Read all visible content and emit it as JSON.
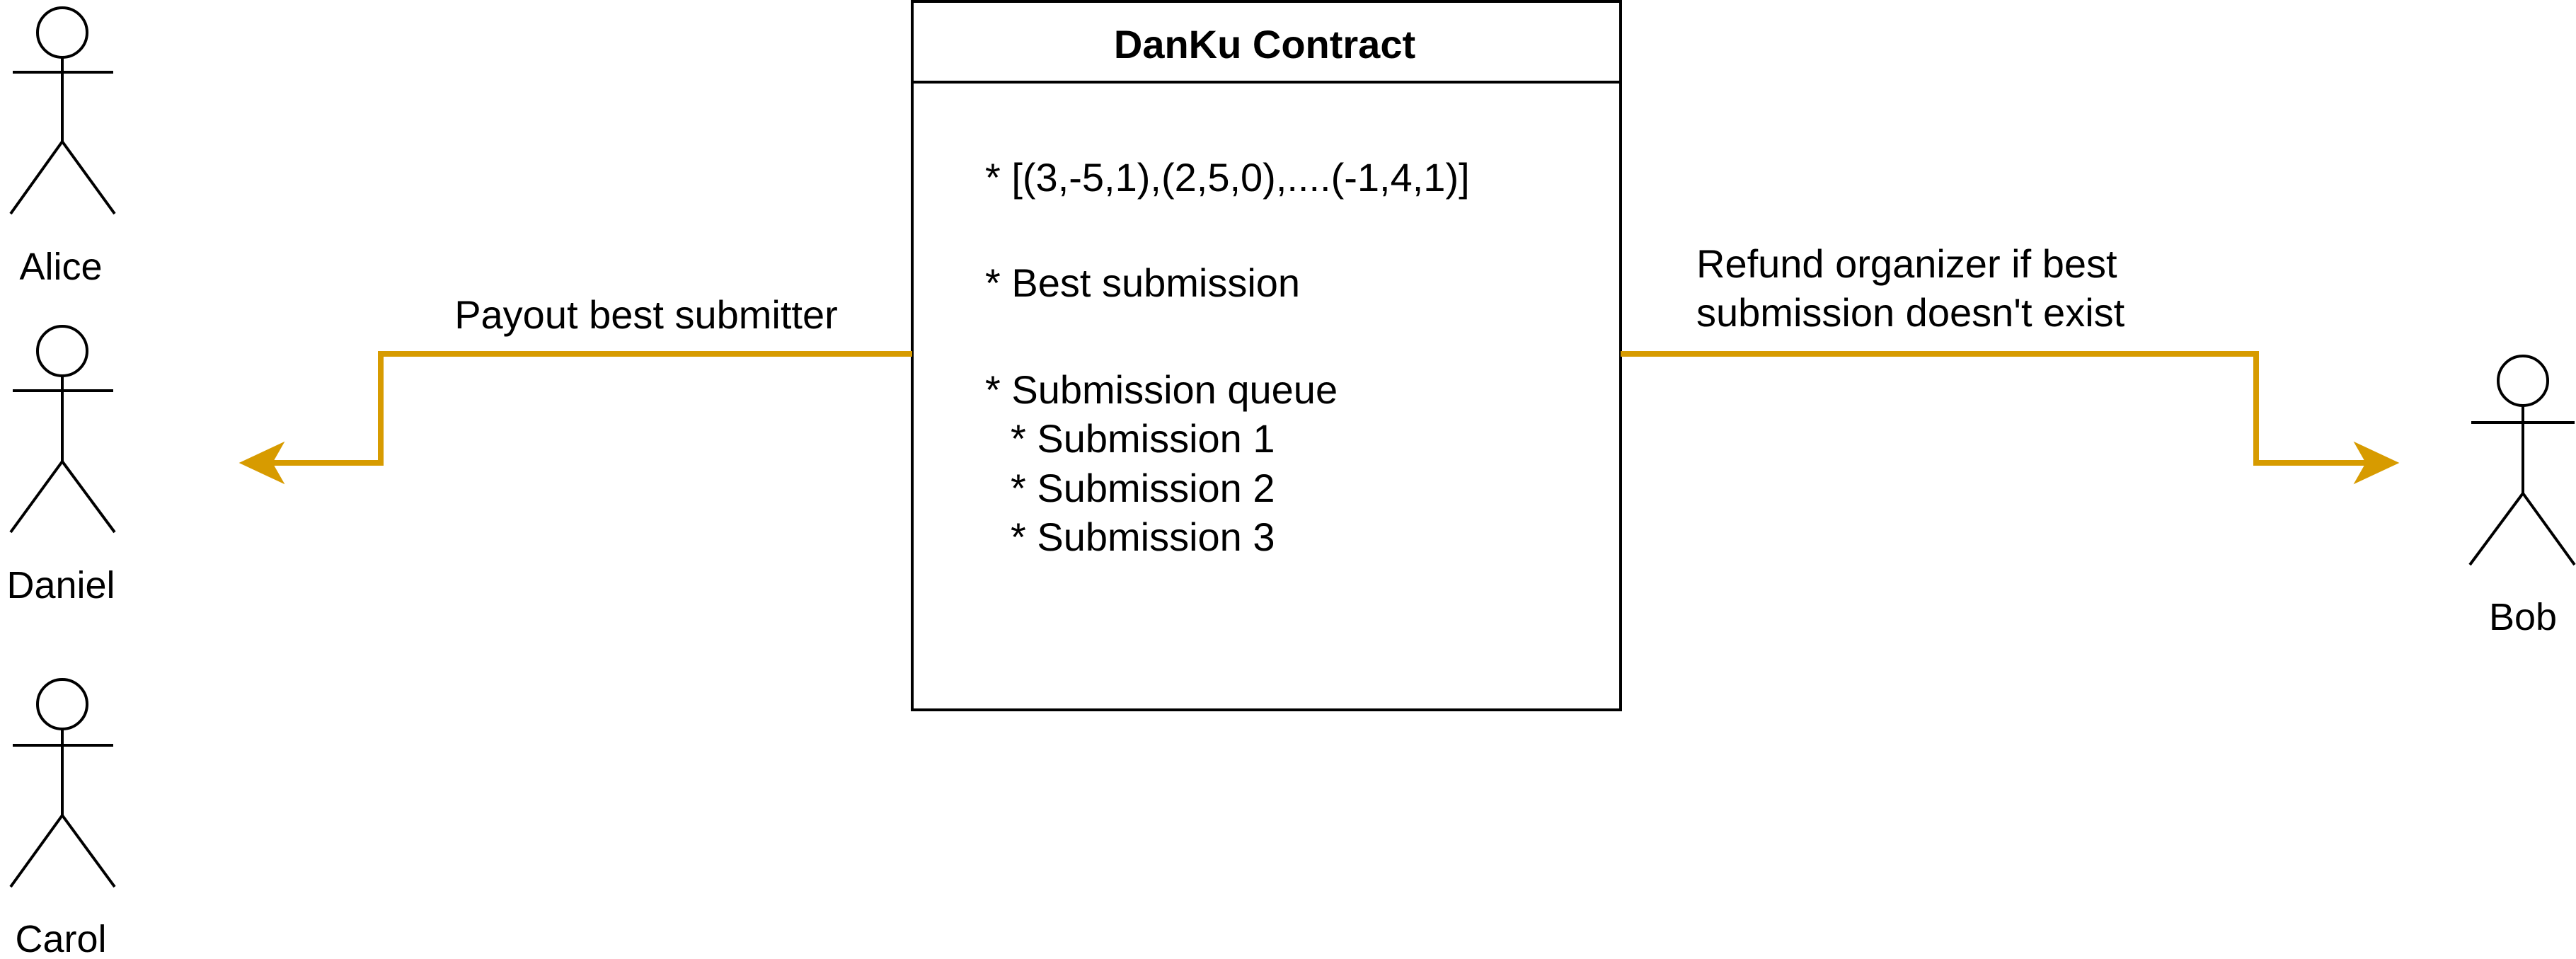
{
  "colors": {
    "edge": "#D79B00",
    "stroke": "#000000",
    "background": "#FFFFFF"
  },
  "actors": {
    "alice": {
      "label": "Alice",
      "icon": "stick-figure-icon"
    },
    "daniel": {
      "label": "Daniel",
      "icon": "stick-figure-icon"
    },
    "carol": {
      "label": "Carol",
      "icon": "stick-figure-icon"
    },
    "bob": {
      "label": "Bob",
      "icon": "stick-figure-icon"
    }
  },
  "contract": {
    "title": "DanKu Contract",
    "lines": [
      "* [(3,-5,1),(2,5,0),....(-1,4,1)]",
      "* Best submission",
      "* Submission queue",
      "* Submission 1",
      "* Submission 2",
      "* Submission 3"
    ]
  },
  "edges": {
    "payout": {
      "label": "Payout best submitter"
    },
    "refund": {
      "label_lines": [
        "Refund organizer if best",
        "submission doesn't exist"
      ]
    }
  }
}
